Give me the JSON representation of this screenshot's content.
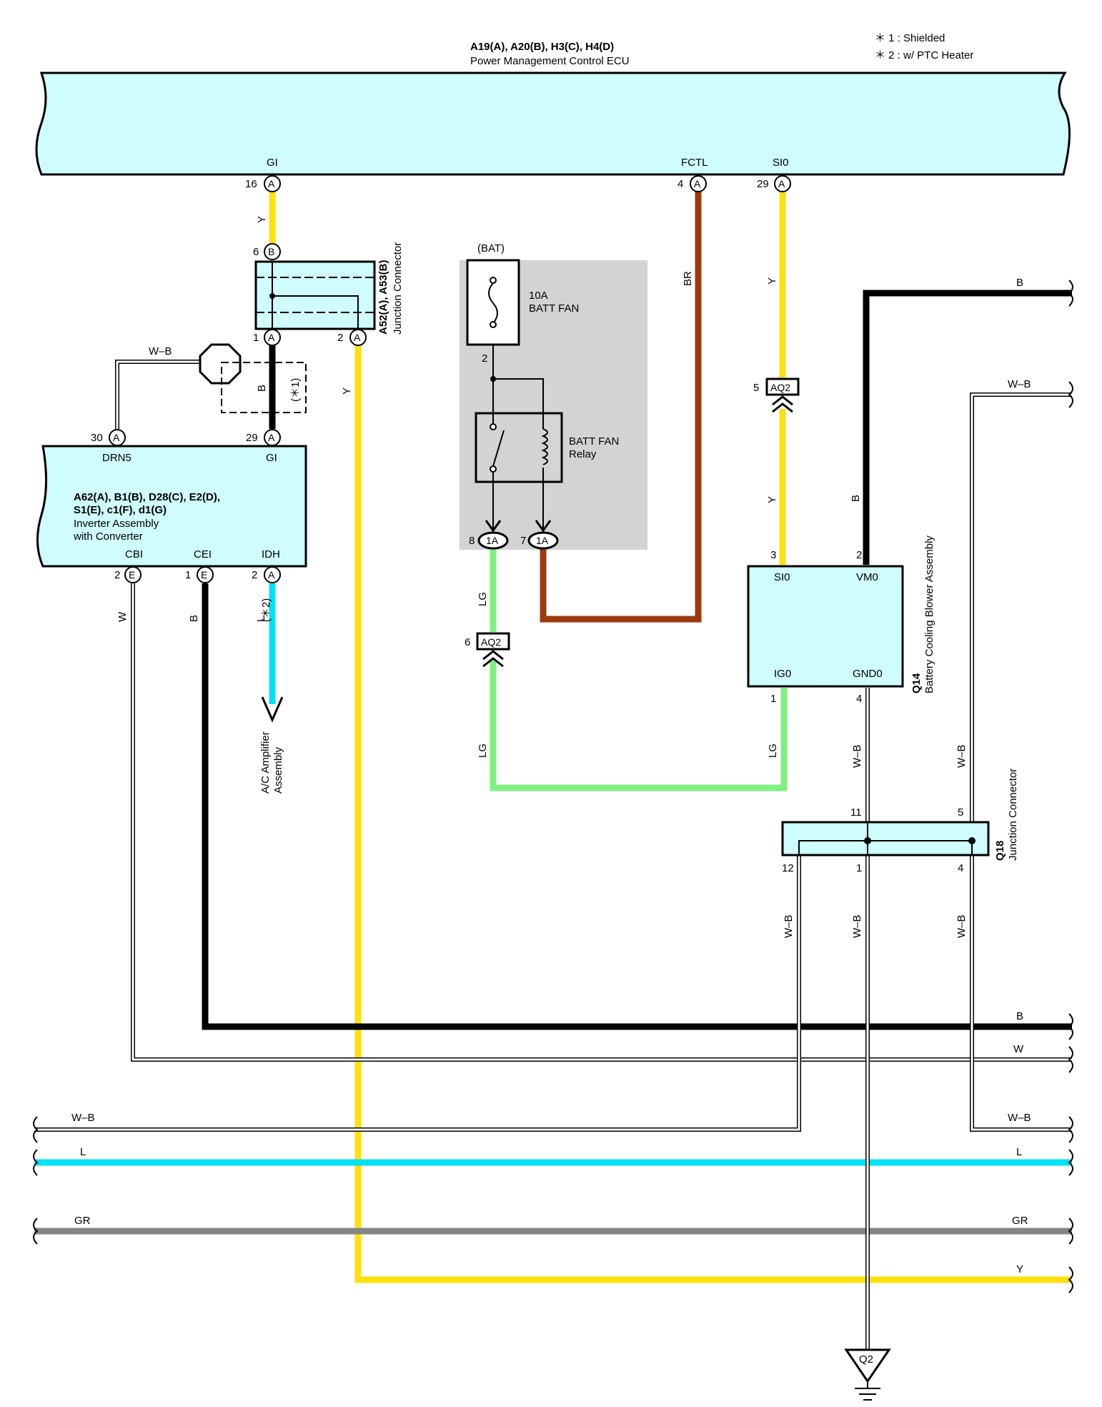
{
  "notes": [
    "＊ 1 : Shielded",
    "＊ 2 : w/ PTC Heater"
  ],
  "ecu": {
    "title": "A19(A), A20(B), H3(C), H4(D)",
    "subtitle": "Power Management Control ECU",
    "terminals": [
      "GI",
      "FCTL",
      "SI0"
    ],
    "pins": [
      "16",
      "4",
      "29"
    ],
    "letters": [
      "A",
      "A",
      "A"
    ]
  },
  "junction_a52": {
    "title": "A52(A), A53(B)",
    "subtitle": "Junction Connector",
    "pins": [
      "6",
      "1",
      "2"
    ],
    "letters": [
      "B",
      "A",
      "A"
    ]
  },
  "inverter": {
    "title_lines": [
      "A62(A), B1(B), D28(C), E2(D),",
      "S1(E), c1(F), d1(G)"
    ],
    "subtitle_lines": [
      "Inverter Assembly",
      "with Converter"
    ],
    "terminals": [
      "DRN5",
      "GI",
      "CBI",
      "CEI",
      "IDH"
    ],
    "pins": [
      "30",
      "29",
      "2",
      "1",
      "2"
    ],
    "letters": [
      "A",
      "A",
      "E",
      "E",
      "A"
    ]
  },
  "relay_block": {
    "source": "(BAT)",
    "fuse_lines": [
      "10A",
      "BATT FAN"
    ],
    "fuse_pin": "2",
    "relay_lines": [
      "BATT FAN",
      "Relay"
    ],
    "conn_pins": [
      "8",
      "7"
    ],
    "conn_label": "1A"
  },
  "aq2": {
    "label": "AQ2",
    "pins": [
      "5",
      "6"
    ]
  },
  "blower": {
    "code": "Q14",
    "subtitle": "Battery Cooling Blower Assembly",
    "terminals": [
      "SI0",
      "VM0",
      "IG0",
      "GND0"
    ],
    "pins": [
      "3",
      "2",
      "1",
      "4"
    ]
  },
  "junction_q18": {
    "code": "Q18",
    "subtitle": "Junction Connector",
    "pins": [
      "11",
      "5",
      "12",
      "1",
      "4"
    ]
  },
  "shield_note": "(＊1)",
  "ptc_note": "(＊2)",
  "ac_amp_lines": [
    "A/C Amplifier",
    "Assembly"
  ],
  "ground": "Q2",
  "wire_colors": {
    "Y": "Y",
    "B": "B",
    "BR": "BR",
    "LG": "LG",
    "L": "L",
    "W": "W",
    "WB": "W–B",
    "GR": "GR"
  },
  "colors": {
    "Y": "#FFE10A",
    "B": "#000000",
    "BR": "#9B3A0E",
    "LG": "#80F080",
    "L": "#00E1F5",
    "GR": "#858585",
    "component_fill": "#CFFCFC",
    "relay_shade": "#D3D3D3"
  }
}
